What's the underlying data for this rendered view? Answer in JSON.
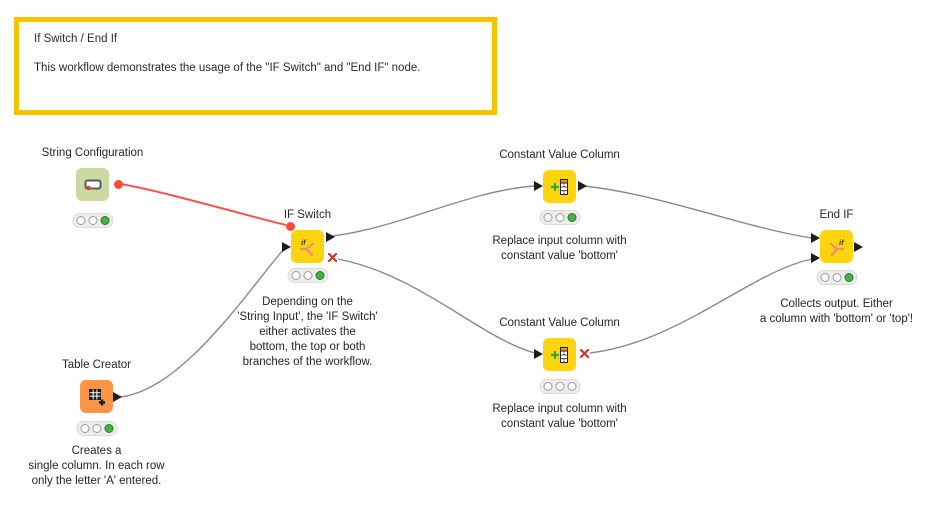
{
  "annotation": {
    "title": "If Switch / End If",
    "body": "This workflow demonstrates the usage of the \"IF Switch\" and \"End IF\" node."
  },
  "nodes": [
    {
      "id": "string-configuration",
      "label": "String Configuration",
      "caption": "",
      "status": "executed"
    },
    {
      "id": "table-creator",
      "label": "Table Creator",
      "caption": "Creates a\nsingle column. In each row\nonly the letter 'A' entered.",
      "status": "executed"
    },
    {
      "id": "if-switch",
      "label": "IF Switch",
      "caption": "Depending on the\n'String Input', the 'IF Switch'\neither activates the\nbottom, the top or both\nbranches of the workflow.",
      "status": "executed"
    },
    {
      "id": "constant-value-column-top",
      "label": "Constant Value Column",
      "caption": "Replace input column with\nconstant value 'bottom'",
      "status": "executed"
    },
    {
      "id": "constant-value-column-bottom",
      "label": "Constant Value Column",
      "caption": "Replace input column with\nconstant value 'bottom'",
      "status": "inactive"
    },
    {
      "id": "end-if",
      "label": "End IF",
      "caption": "Collects output. Either\na column with 'bottom' or 'top'!",
      "status": "executed"
    }
  ],
  "colors": {
    "node_yellow": "#fcd40e",
    "node_orange": "#fa9546",
    "node_quickform_green": "#cbd9a3",
    "annotation_border": "#f2c500",
    "executed_green": "#44b244",
    "wire_gray": "#8a8a8a",
    "flow_variable_red": "#ff5148",
    "inactive_red_x": "#d93025"
  }
}
